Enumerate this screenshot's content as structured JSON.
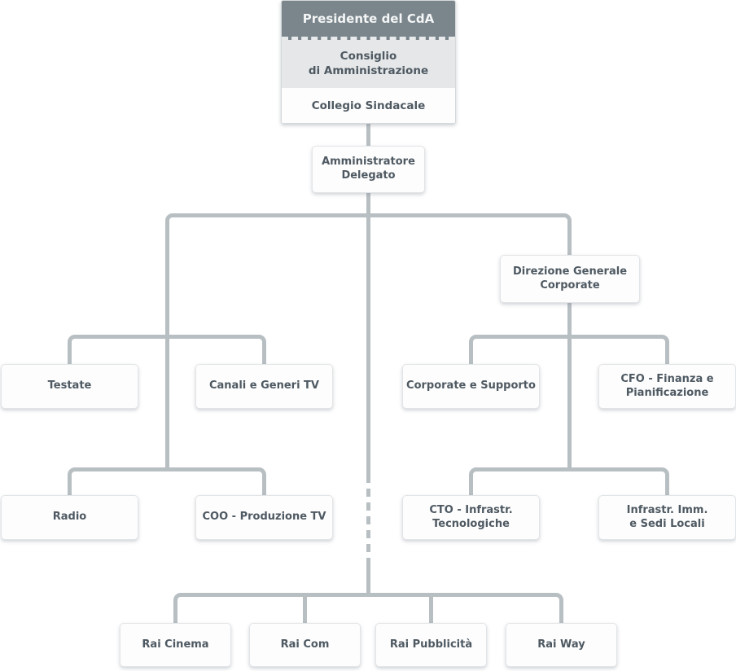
{
  "org_chart": {
    "governance_box": {
      "presidente_label": "Presidente del CdA",
      "consiglio_line1": "Consiglio",
      "consiglio_line2": "di Amministrazione",
      "collegio_label": "Collegio Sindacale"
    },
    "amministratore_delegato": {
      "line1": "Amministratore",
      "line2": "Delegato"
    },
    "direzione_generale_corporate": {
      "line1": "Direzione Generale",
      "line2": "Corporate"
    },
    "editorial_branch": {
      "testate": "Testate",
      "canali_generi_tv": "Canali e Generi TV",
      "radio": "Radio",
      "coo_produzione_tv": "COO - Produzione TV"
    },
    "corporate_branch": {
      "corporate_supporto": "Corporate e Supporto",
      "cfo_line1": "CFO - Finanza e",
      "cfo_line2": "Pianificazione",
      "cto_line1": "CTO - Infrastr.",
      "cto_line2": "Tecnologiche",
      "infrastrutture_line1": "Infrastr. Imm.",
      "infrastrutture_line2": "e Sedi Locali"
    },
    "subsidiaries": [
      "Rai Cinema",
      "Rai Com",
      "Rai Pubblicità",
      "Rai Way"
    ],
    "colors": {
      "header_bg": "#7a858c",
      "header_text": "#f4f6f6",
      "panel_bg": "#e5e7e8",
      "node_bg": "#fdfdfd",
      "node_border": "#e2e5e7",
      "node_text": "#4e5962",
      "connector": "#b8bfc3"
    }
  }
}
